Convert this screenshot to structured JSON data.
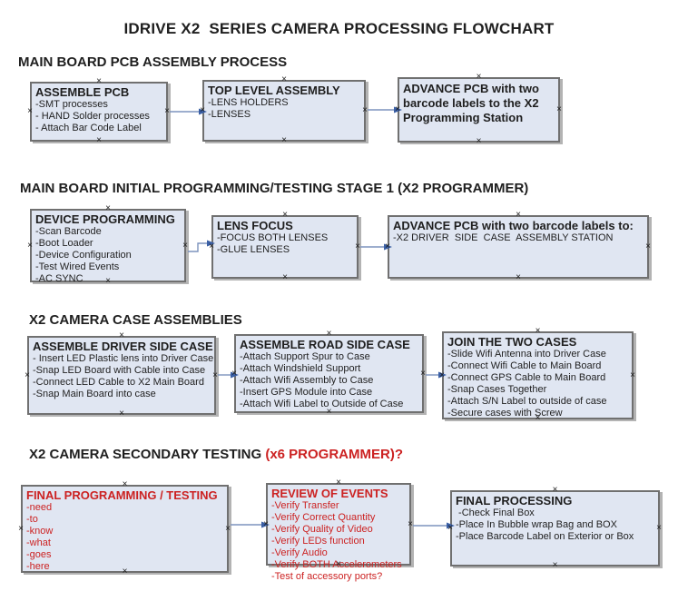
{
  "title": "IDRIVE X2  SERIES CAMERA PROCESSING FLOWCHART",
  "icons": {
    "connection_handle": "×"
  },
  "colors": {
    "box_fill": "#e0e6f2",
    "box_border": "#707070",
    "connector_line": "#7d93bd",
    "connector_arrow": "#3a5fa5",
    "red_text": "#cc2222",
    "black_text": "#1f1f1f"
  },
  "sections": [
    {
      "heading": "MAIN BOARD PCB ASSEMBLY PROCESS",
      "boxes": [
        {
          "title": "ASSEMBLE PCB",
          "lines": [
            "-SMT processes",
            "- HAND Solder processes",
            "- Attach Bar Code Label"
          ]
        },
        {
          "title": "TOP LEVEL ASSEMBLY",
          "lines": [
            "-LENS HOLDERS",
            "-LENSES"
          ]
        },
        {
          "title": "ADVANCE PCB with two barcode labels to the X2 Programming Station",
          "lines": []
        }
      ]
    },
    {
      "heading": "MAIN BOARD INITIAL PROGRAMMING/TESTING STAGE 1 (X2 PROGRAMMER)",
      "boxes": [
        {
          "title": "DEVICE PROGRAMMING",
          "lines": [
            "-Scan Barcode",
            "-Boot Loader",
            "-Device Configuration",
            "-Test Wired Events",
            "-AC SYNC"
          ]
        },
        {
          "title": "LENS FOCUS",
          "lines": [
            "-FOCUS BOTH LENSES",
            "-GLUE LENSES"
          ]
        },
        {
          "title": "ADVANCE PCB with two barcode labels to:",
          "lines": [
            "-X2 DRIVER  SIDE  CASE  ASSEMBLY STATION"
          ]
        }
      ]
    },
    {
      "heading": "X2 CAMERA CASE ASSEMBLIES",
      "boxes": [
        {
          "title": "ASSEMBLE DRIVER SIDE CASE",
          "lines": [
            "- Insert LED Plastic lens into Driver Case",
            "-Snap LED Board with Cable into Case",
            "-Connect LED Cable to X2 Main Board",
            "-Snap Main Board into case"
          ]
        },
        {
          "title": "ASSEMBLE ROAD SIDE CASE",
          "lines": [
            "-Attach Support Spur to Case",
            "-Attach Windshield Support",
            "-Attach Wifi Assembly to Case",
            "-Insert GPS Module into Case",
            "-Attach Wifi Label to Outside of Case"
          ]
        },
        {
          "title": "JOIN THE TWO CASES",
          "lines": [
            "-Slide Wifi Antenna into Driver Case",
            "-Connect Wifi Cable to Main Board",
            "-Connect GPS Cable to Main Board",
            "-Snap Cases Together",
            "-Attach S/N Label to outside of case",
            "-Secure cases with Screw"
          ]
        }
      ]
    },
    {
      "heading": "X2 CAMERA SECONDARY TESTING",
      "heading_red": " (x6 PROGRAMMER)?",
      "boxes": [
        {
          "title": "FINAL PROGRAMMING / TESTING",
          "text_color": "#cc2222",
          "lines": [
            "-need",
            "-to",
            "-know",
            "-what",
            "-goes",
            "-here"
          ]
        },
        {
          "title": "REVIEW OF EVENTS",
          "text_color": "#cc2222",
          "lines": [
            "-Verify Transfer",
            "-Verify Correct Quantity",
            "-Verify Quality of Video",
            "-Verify LEDs function",
            "-Verify Audio",
            "-Verify BOTH Accelerometers",
            "-Test of accessory ports?"
          ]
        },
        {
          "title": "FINAL PROCESSING",
          "lines": [
            " -Check Final Box",
            "-Place In Bubble wrap Bag and BOX",
            "-Place Barcode Label on Exterior or Box"
          ]
        }
      ]
    }
  ]
}
